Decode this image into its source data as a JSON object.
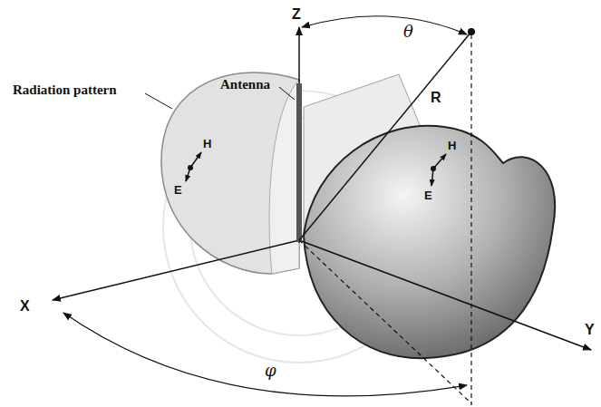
{
  "diagram": {
    "labels": [
      "Z",
      "θ",
      "Antenna",
      "Radiation pattern",
      "R",
      "H",
      "E",
      "H",
      "E",
      "X",
      "φ",
      "Y"
    ]
  }
}
